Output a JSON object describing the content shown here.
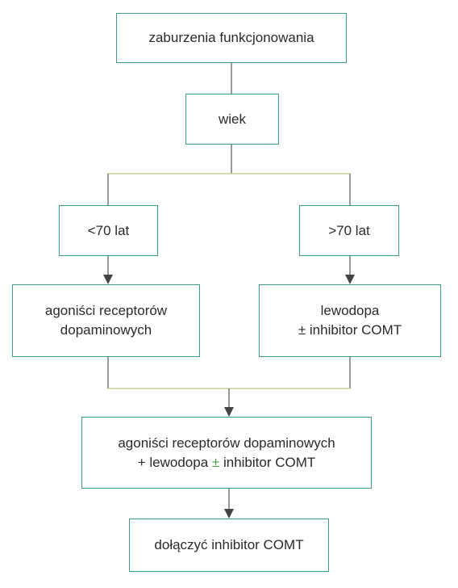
{
  "nodes": {
    "root": "zaburzenia funkcjonowania",
    "age": "wiek",
    "young": "<70 lat",
    "old": ">70 lat",
    "left_line1": "agoniści receptorów",
    "left_line2": "dopaminowych",
    "right_line1": "lewodopa",
    "right_line2_pm": "±",
    "right_line2_rest": " inhibitor COMT",
    "comb_line1": "agoniści receptorów dopaminowych",
    "comb_line2_prefix": "+ lewodopa ",
    "comb_line2_pm": "±",
    "comb_line2_rest": " inhibitor COMT",
    "final": "dołączyć inhibitor COMT"
  },
  "colors": {
    "box_border": "#3d9a88",
    "line": "#555555",
    "line_accent": "#c9cf9a",
    "pm_accent": "#4a9a4a"
  }
}
